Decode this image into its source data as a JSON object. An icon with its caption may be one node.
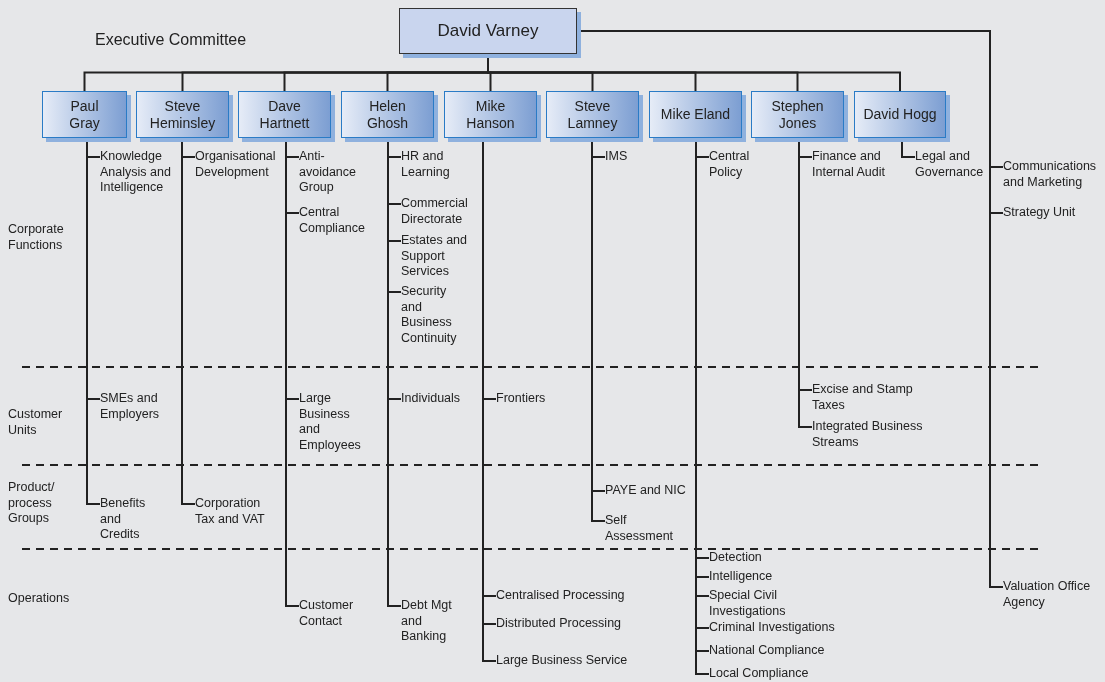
{
  "diagram": {
    "nodes": [
      {
        "text": [
          "David Varney"
        ]
      },
      {
        "text": [
          "Paul Gray"
        ]
      },
      {
        "text": [
          "Steve Heminsley"
        ]
      },
      {
        "text": [
          "Dave Hartnett"
        ]
      },
      {
        "text": [
          "Helen Ghosh"
        ]
      },
      {
        "text": [
          "Mike Hanson"
        ]
      },
      {
        "text": [
          "Steve Lamney"
        ]
      },
      {
        "text": [
          "Mike Eland"
        ]
      },
      {
        "text": [
          "Stephen Jones"
        ]
      },
      {
        "text": [
          "David Hogg"
        ]
      },
      {
        "text": [
          "Knowledge Analysis and Intelligence"
        ]
      },
      {
        "text": [
          "SMEs and Employers"
        ]
      },
      {
        "text": [
          "Benefits and Credits"
        ]
      },
      {
        "text": [
          "Organisational Development"
        ]
      },
      {
        "text": [
          "Corporation Tax and VAT"
        ]
      },
      {
        "text": [
          "Anti-avoidance Group"
        ]
      },
      {
        "text": [
          "Central Compliance"
        ]
      },
      {
        "text": [
          "Large Business and Employees"
        ]
      },
      {
        "text": [
          "Customer Contact"
        ]
      },
      {
        "text": [
          "HR and Learning"
        ]
      },
      {
        "text": [
          "Commercial Directorate"
        ]
      },
      {
        "text": [
          "Estates and Support Services"
        ]
      },
      {
        "text": [
          "Security and Business Continuity"
        ]
      },
      {
        "text": [
          "Individuals"
        ]
      },
      {
        "text": [
          "Debt Mgt and Banking"
        ]
      },
      {
        "text": [
          "Frontiers"
        ]
      },
      {
        "text": [
          "Centralised Processing"
        ]
      },
      {
        "text": [
          "Distributed Processing"
        ]
      },
      {
        "text": [
          "Large Business Service"
        ]
      },
      {
        "text": [
          "IMS"
        ]
      },
      {
        "text": [
          "PAYE and NIC"
        ]
      },
      {
        "text": [
          "Self Assessment"
        ]
      },
      {
        "text": [
          "Central Policy"
        ]
      },
      {
        "text": [
          "Detection"
        ]
      },
      {
        "text": [
          "Intelligence"
        ]
      },
      {
        "text": [
          "Special Civil Investigations"
        ]
      },
      {
        "text": [
          "Criminal Investigations"
        ]
      },
      {
        "text": [
          "National Compliance"
        ]
      },
      {
        "text": [
          "Local Compliance"
        ]
      },
      {
        "text": [
          "Finance and Internal Audit"
        ]
      },
      {
        "text": [
          "Excise and Stamp Taxes"
        ]
      },
      {
        "text": [
          "Integrated Business Streams"
        ]
      },
      {
        "text": [
          "Legal and Governance"
        ]
      },
      {
        "text": [
          "Communications and Marketing"
        ]
      },
      {
        "text": [
          "Strategy Unit"
        ]
      },
      {
        "text": [
          "Valuation Office Agency"
        ]
      }
    ],
    "edges": [
      {
        "from": 0,
        "to": 1,
        "arrow": "none"
      },
      {
        "from": 0,
        "to": 2,
        "arrow": "none"
      },
      {
        "from": 0,
        "to": 3,
        "arrow": "none"
      },
      {
        "from": 0,
        "to": 4,
        "arrow": "none"
      },
      {
        "from": 0,
        "to": 5,
        "arrow": "none"
      },
      {
        "from": 0,
        "to": 6,
        "arrow": "none"
      },
      {
        "from": 0,
        "to": 7,
        "arrow": "none"
      },
      {
        "from": 0,
        "to": 8,
        "arrow": "none"
      },
      {
        "from": 0,
        "to": 9,
        "arrow": "none"
      },
      {
        "from": 1,
        "to": 10,
        "arrow": "none"
      },
      {
        "from": 1,
        "to": 11,
        "arrow": "none"
      },
      {
        "from": 1,
        "to": 12,
        "arrow": "none"
      },
      {
        "from": 2,
        "to": 13,
        "arrow": "none"
      },
      {
        "from": 2,
        "to": 14,
        "arrow": "none"
      },
      {
        "from": 3,
        "to": 15,
        "arrow": "none"
      },
      {
        "from": 3,
        "to": 16,
        "arrow": "none"
      },
      {
        "from": 3,
        "to": 17,
        "arrow": "none"
      },
      {
        "from": 3,
        "to": 18,
        "arrow": "none"
      },
      {
        "from": 4,
        "to": 19,
        "arrow": "none"
      },
      {
        "from": 4,
        "to": 20,
        "arrow": "none"
      },
      {
        "from": 4,
        "to": 21,
        "arrow": "none"
      },
      {
        "from": 4,
        "to": 22,
        "arrow": "none"
      },
      {
        "from": 4,
        "to": 23,
        "arrow": "none"
      },
      {
        "from": 4,
        "to": 24,
        "arrow": "none"
      },
      {
        "from": 5,
        "to": 25,
        "arrow": "none"
      },
      {
        "from": 5,
        "to": 26,
        "arrow": "none"
      },
      {
        "from": 5,
        "to": 27,
        "arrow": "none"
      },
      {
        "from": 5,
        "to": 28,
        "arrow": "none"
      },
      {
        "from": 6,
        "to": 29,
        "arrow": "none"
      },
      {
        "from": 6,
        "to": 30,
        "arrow": "none"
      },
      {
        "from": 6,
        "to": 31,
        "arrow": "none"
      },
      {
        "from": 7,
        "to": 32,
        "arrow": "none"
      },
      {
        "from": 7,
        "to": 33,
        "arrow": "none"
      },
      {
        "from": 7,
        "to": 34,
        "arrow": "none"
      },
      {
        "from": 7,
        "to": 35,
        "arrow": "none"
      },
      {
        "from": 7,
        "to": 36,
        "arrow": "none"
      },
      {
        "from": 7,
        "to": 37,
        "arrow": "none"
      },
      {
        "from": 7,
        "to": 38,
        "arrow": "none"
      },
      {
        "from": 8,
        "to": 39,
        "arrow": "none"
      },
      {
        "from": 8,
        "to": 40,
        "arrow": "none"
      },
      {
        "from": 8,
        "to": 41,
        "arrow": "none"
      },
      {
        "from": 9,
        "to": 42,
        "arrow": "none"
      },
      {
        "from": 0,
        "to": 43,
        "arrow": "none"
      },
      {
        "from": 0,
        "to": 44,
        "arrow": "none"
      },
      {
        "from": 0,
        "to": 45,
        "arrow": "none"
      }
    ],
    "labels": [
      "Executive Committee",
      "Corporate Functions",
      "Customer Units",
      "Product/ process Groups",
      "Operations"
    ]
  }
}
